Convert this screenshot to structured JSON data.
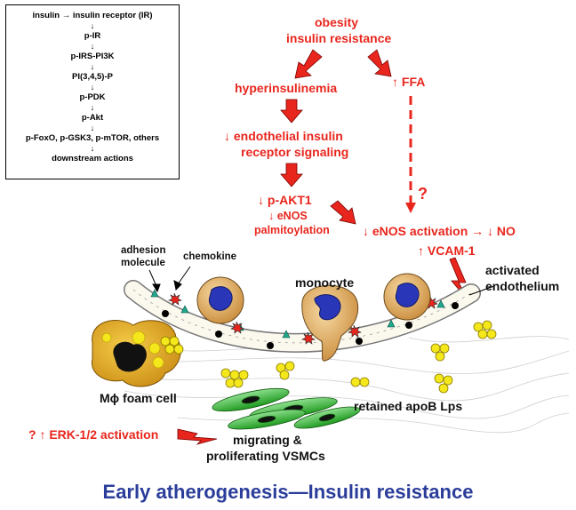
{
  "cascade": {
    "steps": [
      "insulin → insulin receptor (IR)",
      "p-IR",
      "p-IRS-PI3K",
      "PI(3,4,5)-P",
      "p-PDK",
      "p-Akt",
      "p-FoxO, p-GSK3, p-mTOR, others",
      "downstream actions"
    ],
    "arrow": "↓"
  },
  "flow": {
    "obesity": "obesity",
    "insulin_resistance": "insulin resistance",
    "hyperinsulinemia": "hyperinsulinemia",
    "ffa": "↑ FFA",
    "endo_signal_1": "↓ endothelial insulin",
    "endo_signal_2": "receptor signaling",
    "pakt1": "↓ p-AKT1",
    "enos_1": "↓ eNOS",
    "enos_2": "palmitoylation",
    "question": "?",
    "enos_activation": "↓ eNOS activation → ↓ NO",
    "vcam": "↑ VCAM-1",
    "erk": "? ↑ ERK-1/2 activation"
  },
  "labels": {
    "adhesion_1": "adhesion",
    "adhesion_2": "molecule",
    "chemokine": "chemokine",
    "monocyte": "monocyte",
    "activated_1": "activated",
    "activated_2": "endothelium",
    "foam_cell": "Mϕ foam cell",
    "apob": "retained apoB Lps",
    "vsmc_1": "migrating &",
    "vsmc_2": "proliferating VSMCs"
  },
  "title": "Early atherogenesis—Insulin resistance",
  "colors": {
    "red": "#e8261d",
    "title_blue": "#2a3d9a",
    "cell_tan": "#d9a25a",
    "nucleus_blue": "#2a36b8",
    "foam_gold": "#e0a820",
    "lipid_yellow": "#f4e81c",
    "vsmc_green": "#33bb33",
    "teal": "#1fa88e"
  }
}
